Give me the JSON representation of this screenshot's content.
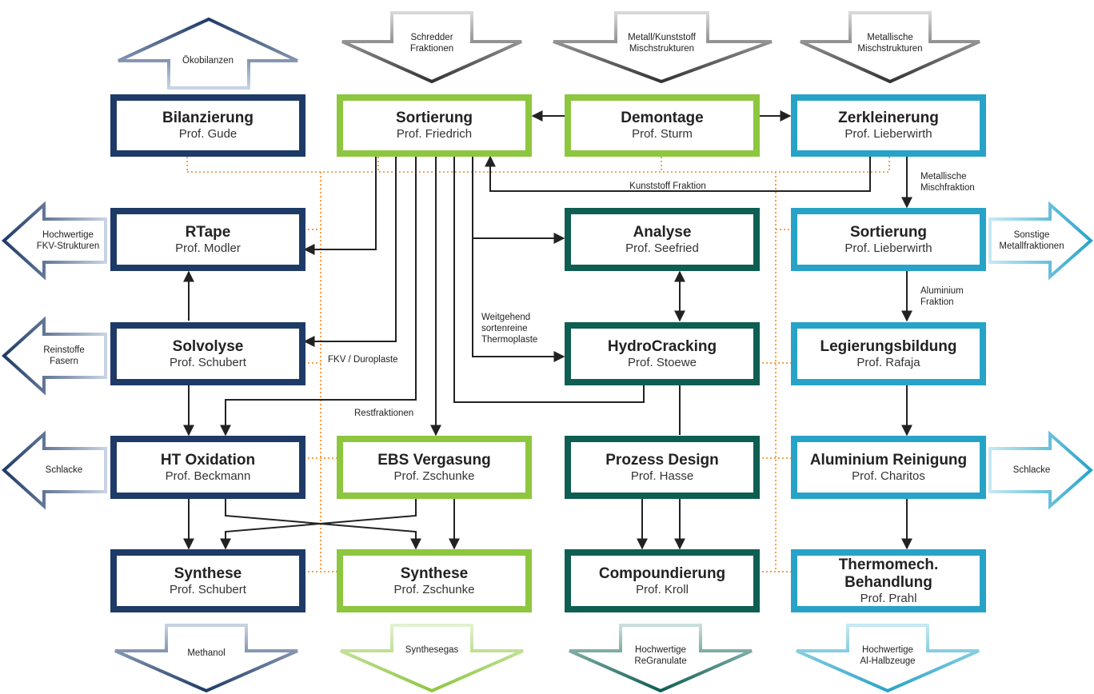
{
  "colors": {
    "navy": "#1e3a66",
    "lime": "#8dc63f",
    "teal": "#0e5e52",
    "cyan": "#27a3c8",
    "orange": "#f4a04a",
    "line": "#222222"
  },
  "boxes": {
    "bilanzierung": {
      "title": "Bilanzierung",
      "subtitle": "Prof. Gude"
    },
    "sortierung_friedrich": {
      "title": "Sortierung",
      "subtitle": "Prof. Friedrich"
    },
    "demontage": {
      "title": "Demontage",
      "subtitle": "Prof. Sturm"
    },
    "zerkleinerung": {
      "title": "Zerkleinerung",
      "subtitle": "Prof. Lieberwirth"
    },
    "rtape": {
      "title": "RTape",
      "subtitle": "Prof. Modler"
    },
    "analyse": {
      "title": "Analyse",
      "subtitle": "Prof. Seefried"
    },
    "sortierung_lieberwirth": {
      "title": "Sortierung",
      "subtitle": "Prof. Lieberwirth"
    },
    "solvolyse": {
      "title": "Solvolyse",
      "subtitle": "Prof. Schubert"
    },
    "hydrocracking": {
      "title": "HydroCracking",
      "subtitle": "Prof. Stoewe"
    },
    "legierungsbildung": {
      "title": "Legierungsbildung",
      "subtitle": "Prof. Rafaja"
    },
    "ht_oxidation": {
      "title": "HT Oxidation",
      "subtitle": "Prof. Beckmann"
    },
    "ebs_vergasung": {
      "title": "EBS Vergasung",
      "subtitle": "Prof. Zschunke"
    },
    "prozess_design": {
      "title": "Prozess Design",
      "subtitle": "Prof. Hasse"
    },
    "aluminium_reinigung": {
      "title": "Aluminium Reinigung",
      "subtitle": "Prof. Charitos"
    },
    "synthese_schubert": {
      "title": "Synthese",
      "subtitle": "Prof. Schubert"
    },
    "synthese_zschunke": {
      "title": "Synthese",
      "subtitle": "Prof. Zschunke"
    },
    "compoundierung": {
      "title": "Compoundierung",
      "subtitle": "Prof. Kroll"
    },
    "thermomech": {
      "title": "Thermomech.\nBehandlung",
      "subtitle": "Prof. Prahl"
    }
  },
  "big_arrows": {
    "oekobilanzen": "Ökobilanzen",
    "schredder": "Schredder\nFraktionen",
    "metall_kunststoff": "Metall/Kunststoff\nMischstrukturen",
    "metallische_misch": "Metallische\nMischstrukturen",
    "hochwertige_fkv": "Hochwertige\nFKV-Strukturen",
    "reinstoffe": "Reinstoffe\nFasern",
    "schlacke_left": "Schlacke",
    "sonstige_metall": "Sonstige\nMetallfraktionen",
    "schlacke_right": "Schlacke",
    "methanol": "Methanol",
    "synthesegas": "Synthesegas",
    "regranulate": "Hochwertige\nReGranulate",
    "al_halbzeuge": "Hochwertige\nAl-Halbzeuge"
  },
  "flow_labels": {
    "kunststoff_fraktion": "Kunststoff Fraktion",
    "metallische_mischfraktion": "Metallische\nMischfraktion",
    "aluminium_fraktion": "Aluminium\nFraktion",
    "weitgehend": "Weitgehend\nsortenreine\nThermoplaste",
    "fkv_duroplaste": "FKV / Duroplaste",
    "restfraktionen": "Restfraktionen"
  }
}
